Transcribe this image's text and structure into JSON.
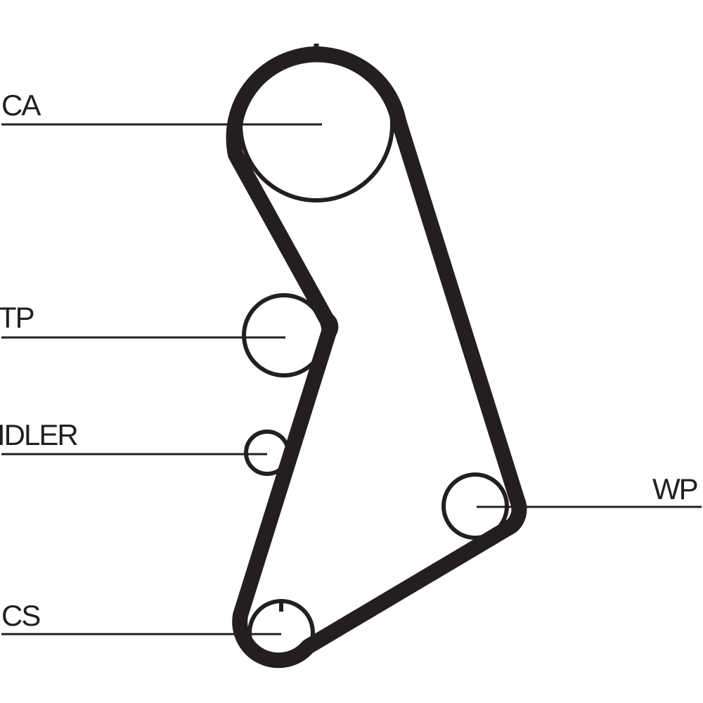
{
  "diagram": {
    "labels": {
      "ca": "CA",
      "tp": "TP",
      "idler": "IDLER",
      "wp": "WP",
      "cs": "CS"
    },
    "colors": {
      "ink": "#231f20",
      "background": "#ffffff"
    }
  }
}
